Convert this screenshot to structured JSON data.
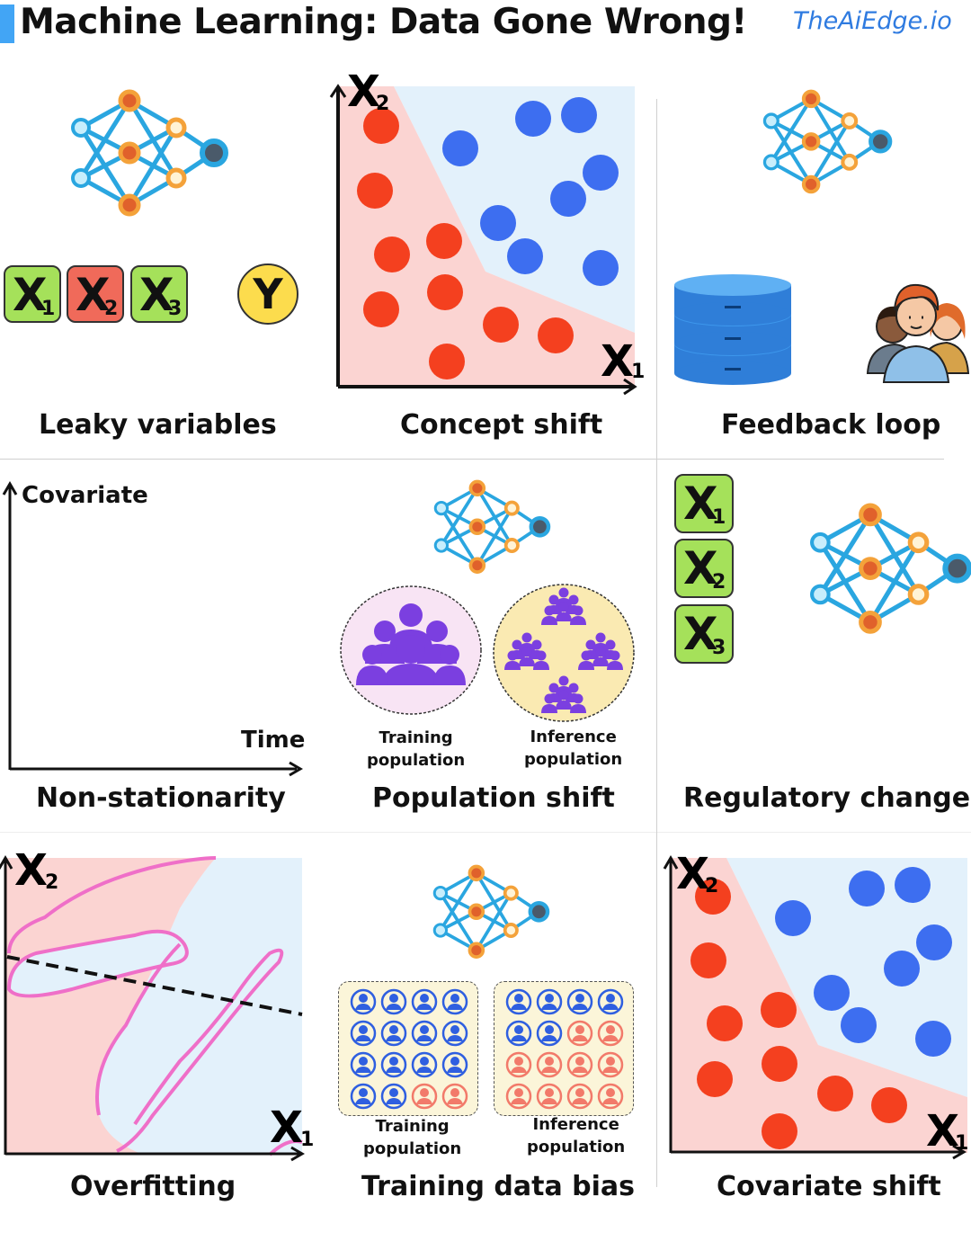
{
  "header": {
    "title": "Machine Learning: Data Gone Wrong!",
    "brand": "TheAiEdge.io"
  },
  "captions": {
    "leaky": "Leaky variables",
    "concept": "Concept shift",
    "feedback": "Feedback loop",
    "nonstationarity": "Non-stationarity",
    "population": "Population shift",
    "regulatory": "Regulatory changes",
    "overfitting": "Overfitting",
    "bias": "Training data bias",
    "covariate": "Covariate shift"
  },
  "variables": {
    "x": "X",
    "sub1": "1",
    "sub2": "2",
    "sub3": "3",
    "y": "Y"
  },
  "nonstationarity": {
    "ylabel": "Covariate",
    "xlabel": "Time"
  },
  "population_labels": {
    "train1": "Training",
    "train2": "population",
    "infer1": "Inference",
    "infer2": "population"
  },
  "bias_labels": {
    "train1": "Training",
    "train2": "population",
    "infer1": "Inference",
    "infer2": "population"
  },
  "colors": {
    "accent": "#42a5f5",
    "brand": "#2f7be0",
    "red_class": "#f4401f",
    "blue_class": "#3d6ef0",
    "red_region": "#fbd4d2",
    "blue_region": "#e3f1fb",
    "green_box": "#a5e15a",
    "purple_people": "#7b3fe0"
  },
  "icons": [
    "neural-network-icon",
    "database-icon",
    "people-group-icon",
    "user-icon"
  ],
  "concept_shift": {
    "red_points": [
      [
        424,
        140
      ],
      [
        417,
        212
      ],
      [
        436,
        283
      ],
      [
        494,
        268
      ],
      [
        424,
        344
      ],
      [
        495,
        325
      ],
      [
        557,
        361
      ],
      [
        618,
        373
      ],
      [
        497,
        402
      ]
    ],
    "blue_points": [
      [
        512,
        165
      ],
      [
        593,
        132
      ],
      [
        644,
        128
      ],
      [
        668,
        192
      ],
      [
        632,
        221
      ],
      [
        554,
        248
      ],
      [
        584,
        285
      ],
      [
        668,
        298
      ]
    ]
  },
  "covariate_shift": {
    "red_points": [
      [
        793,
        997
      ],
      [
        788,
        1068
      ],
      [
        806,
        1138
      ],
      [
        866,
        1123
      ],
      [
        795,
        1200
      ],
      [
        867,
        1183
      ],
      [
        929,
        1216
      ],
      [
        989,
        1229
      ],
      [
        867,
        1258
      ]
    ],
    "blue_points": [
      [
        882,
        1021
      ],
      [
        964,
        988
      ],
      [
        1015,
        984
      ],
      [
        1039,
        1048
      ],
      [
        1003,
        1077
      ],
      [
        925,
        1104
      ],
      [
        955,
        1140
      ],
      [
        1038,
        1155
      ]
    ]
  },
  "bias_grid": {
    "train": [
      "b",
      "b",
      "b",
      "b",
      "b",
      "b",
      "b",
      "b",
      "b",
      "b",
      "b",
      "b",
      "b",
      "b",
      "r",
      "r"
    ],
    "infer": [
      "b",
      "b",
      "b",
      "b",
      "b",
      "b",
      "r",
      "r",
      "r",
      "r",
      "r",
      "r",
      "r",
      "r",
      "r",
      "r"
    ]
  }
}
